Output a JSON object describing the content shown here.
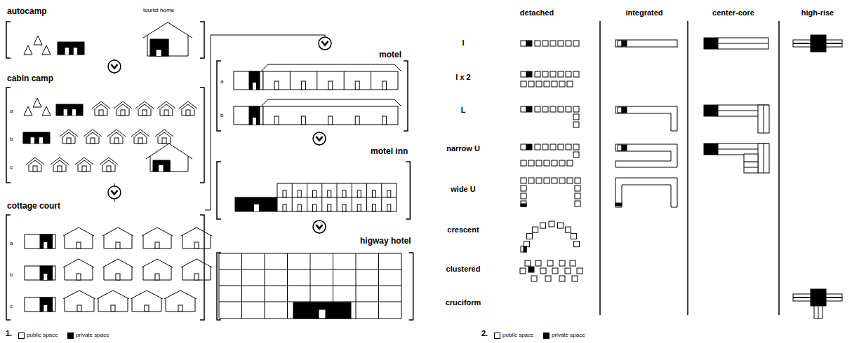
{
  "diagram": {
    "nodes": [
      {
        "text": [
          "autocamp",
          "tourist home"
        ]
      },
      {
        "text": [
          "cabin camp",
          "a",
          "b",
          "c"
        ]
      },
      {
        "text": [
          "cottage court",
          "a",
          "b",
          "c"
        ]
      },
      {
        "text": [
          "motel",
          "a",
          "b"
        ]
      },
      {
        "text": [
          "motel inn"
        ]
      },
      {
        "text": [
          "higway hotel"
        ]
      }
    ],
    "edges": [
      {
        "from": 0,
        "to": 1,
        "arrow": "to"
      },
      {
        "from": 1,
        "to": 2,
        "arrow": "to"
      },
      {
        "from": 2,
        "to": 3,
        "arrow": "to"
      },
      {
        "from": 3,
        "to": 4,
        "arrow": "to"
      },
      {
        "from": 4,
        "to": 5,
        "arrow": "to"
      }
    ],
    "labels": [
      "detached",
      "integrated",
      "center-core",
      "high-rise",
      "I",
      "I x 2",
      "L",
      "narrow U",
      "wide U",
      "crescent",
      "clustered",
      "cruciform",
      "1.",
      "2."
    ],
    "legend": [
      {
        "text": "public space",
        "color": "#ffffff"
      },
      {
        "text": "private space",
        "color": "#000000"
      },
      {
        "text": "public space",
        "color": "#ffffff"
      },
      {
        "text": "private space",
        "color": "#000000"
      }
    ]
  }
}
